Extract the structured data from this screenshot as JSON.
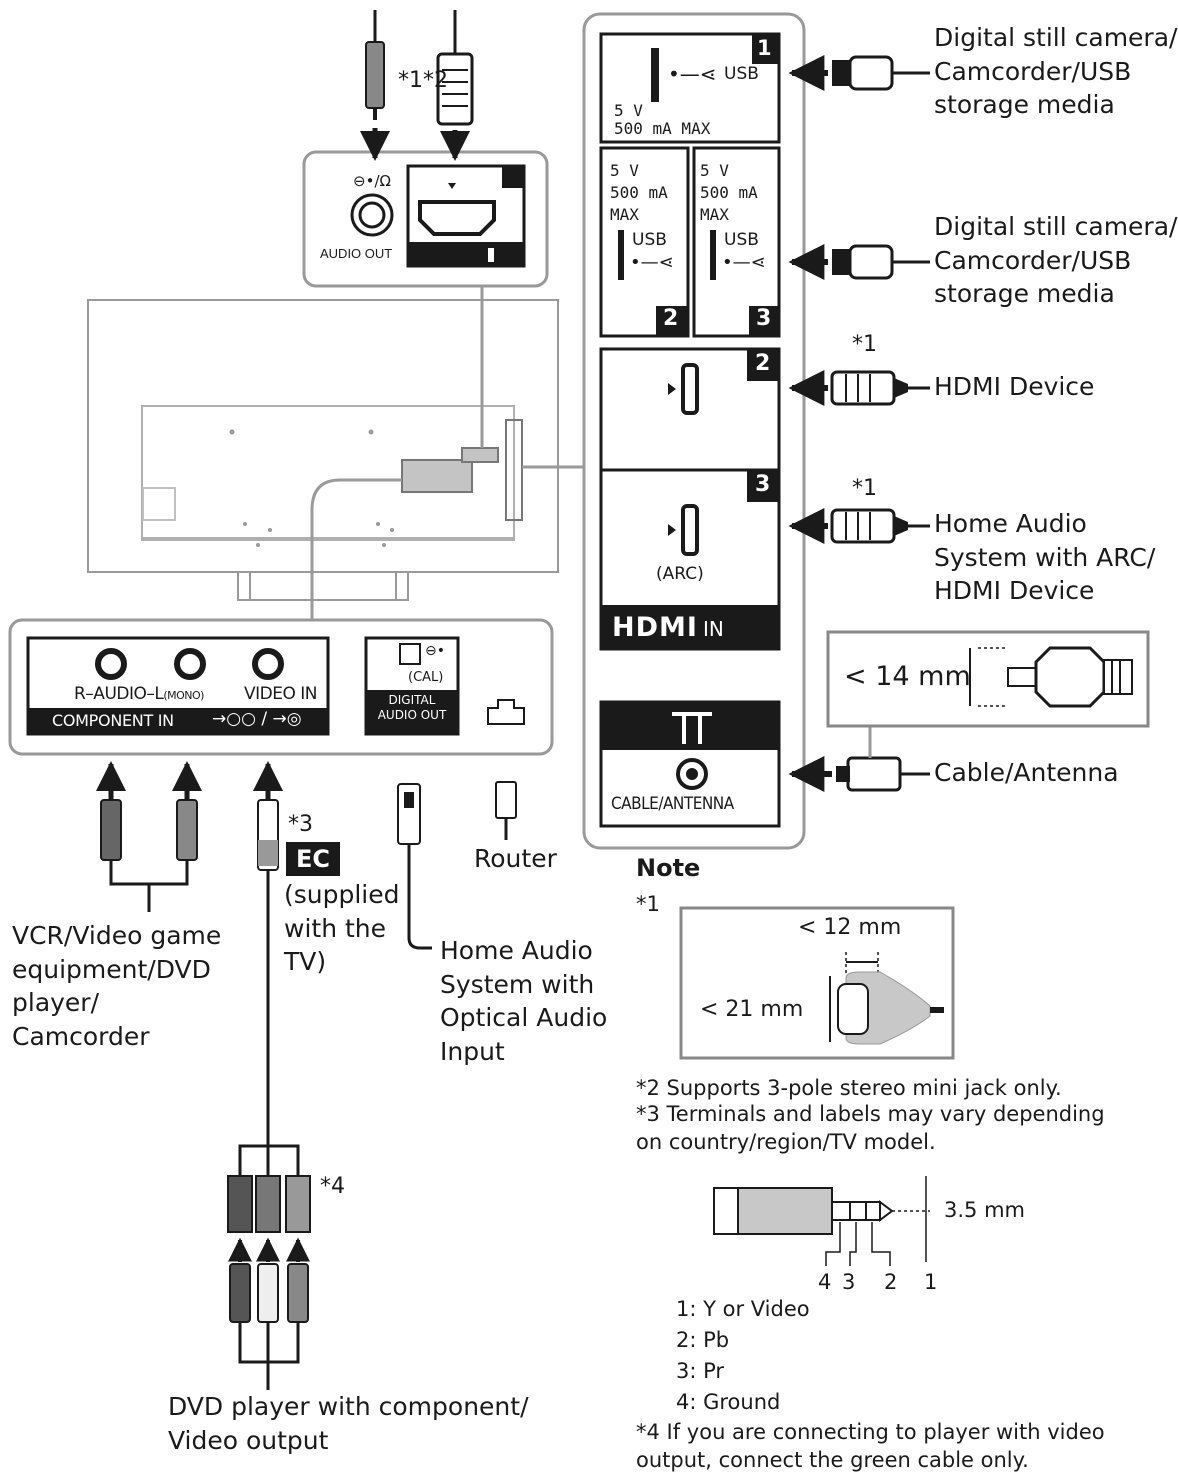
{
  "labels": {
    "usb1_device": [
      "Digital still camera/",
      "Camcorder/USB",
      "storage media"
    ],
    "usb23_device": [
      "Digital still camera/",
      "Camcorder/USB",
      "storage media"
    ],
    "hdmi2_device": "HDMI Device",
    "hdmi3_device": [
      "Home Audio",
      "System with ARC/",
      "HDMI Device"
    ],
    "cable_antenna": "Cable/Antenna",
    "vcr_device": [
      "VCR/Video game",
      "equipment/DVD",
      "player/",
      "Camcorder"
    ],
    "ec_supplied": [
      "(supplied",
      "with the",
      "TV)"
    ],
    "optical_device": [
      "Home Audio",
      "System with",
      "Optical Audio",
      "Input"
    ],
    "router": "Router",
    "dvd_component": [
      "DVD player with component/",
      "Video output"
    ]
  },
  "asterisks": {
    "top_cables": "*1*2",
    "hdmi2": "*1",
    "hdmi3": "*1",
    "ec": "*3",
    "component": "*4"
  },
  "panel": {
    "audio_out": "AUDIO OUT",
    "usb1_num": "1",
    "usb": "USB",
    "usb1_power": [
      "5 V",
      "500 mA MAX"
    ],
    "usb23_power": [
      "5 V",
      "500 mA",
      "MAX"
    ],
    "usb2_num": "2",
    "usb3_num": "3",
    "hdmi2_num": "2",
    "hdmi3_num": "3",
    "arc": "(ARC)",
    "hdmi_logo": "HDMI",
    "hdmi_in": "IN",
    "cable_antenna": "CABLE/ANTENNA",
    "r_audio_l": "R–AUDIO–L",
    "mono": "(MONO)",
    "video_in": "VIDEO IN",
    "component_in": "COMPONENT IN",
    "ical": "(CAL)",
    "digital_audio_out": [
      "DIGITAL",
      "AUDIO OUT"
    ],
    "ec_badge": "EC"
  },
  "dimensions": {
    "coax": "< 14 mm",
    "hdmi_width": "< 12 mm",
    "hdmi_height": "< 21 mm",
    "jack": "3.5 mm",
    "jack_pins": [
      "4",
      "3",
      "2",
      "1"
    ]
  },
  "notes": {
    "title": "Note",
    "n1_marker": "*1",
    "n2": "*2  Supports 3-pole stereo mini jack only.",
    "n3": [
      "*3  Terminals and labels may vary depending",
      "      on country/region/TV model."
    ],
    "pins": [
      "1: Y or Video",
      "2: Pb",
      "3: Pr",
      "4: Ground"
    ],
    "n4": [
      "*4  If you are connecting to player with video",
      "      output, connect the green cable only."
    ]
  },
  "colors": {
    "line": "#1a1a1a",
    "panel_stroke": "#888888",
    "tv_gray": "#bdbdbd",
    "dark": "#1a1a1a"
  }
}
